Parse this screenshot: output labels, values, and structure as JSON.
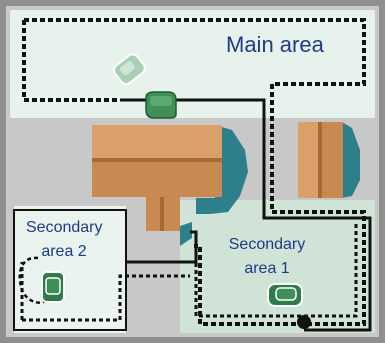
{
  "colors": {
    "frame": "#8f8f8f",
    "ground": "#c8c8c8",
    "main_area_fill": "#e8f2ec",
    "secondary_area_1_fill": "#cfe3d6",
    "secondary_area_2_fill": "#eaf3ee",
    "house_roof": "#c98a52",
    "house_roof_light": "#d9a06a",
    "house_ridge": "#a86a35",
    "house_shadow": "#2e7f8c",
    "boundary_wire": "#111111",
    "label_text": "#1f3a8a",
    "mower": "#3f8f57",
    "mower_dock": "#2f7a4a",
    "mower_ghost": "#a8d0b3"
  },
  "areas": {
    "main": {
      "label": "Main area"
    },
    "secondary_1": {
      "line1": "Secondary",
      "line2": "area 1"
    },
    "secondary_2": {
      "line1": "Secondary",
      "line2": "area 2"
    }
  },
  "icons": {
    "charging_station": "charging-station-icon",
    "mower_active": "robot-mower-icon",
    "mower_moving": "robot-mower-ghost-icon",
    "mower_area_1": "robot-mower-icon",
    "mower_area_2": "robot-mower-icon",
    "wire_junction": "wire-junction-icon"
  }
}
